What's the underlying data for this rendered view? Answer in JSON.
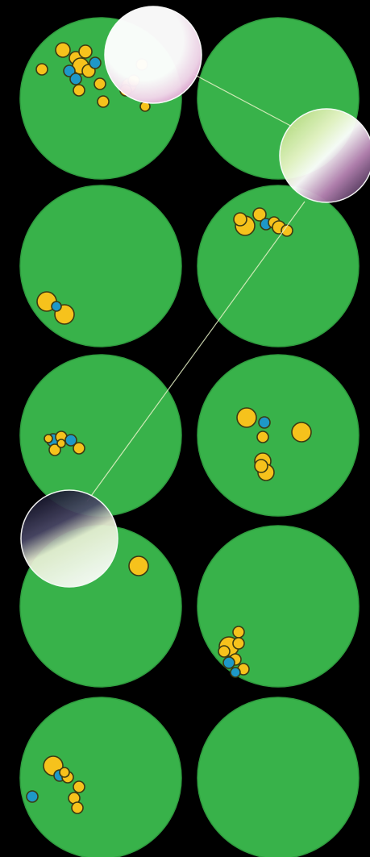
{
  "colors": {
    "background": "#000000",
    "well": "#38b24a",
    "well_edge": "#2f9d3f",
    "yellow_cell": "#f6c21c",
    "blue_cell": "#1e98c8",
    "cell_outline": "#3b3a12",
    "light_path": "#e8f3c8",
    "sphere_white": "#ffffff",
    "sphere_pink": "#e39ad0",
    "sphere_dark": "#1d1130"
  },
  "icons": {
    "well": "circle",
    "cell": "dot",
    "lens": "glass-sphere"
  },
  "grid": {
    "columns": 2,
    "rows": 5,
    "wells": [
      {
        "row": 1,
        "col": 1,
        "yellow_cells": 14,
        "blue_cells": 3
      },
      {
        "row": 1,
        "col": 2,
        "yellow_cells": 0,
        "blue_cells": 0
      },
      {
        "row": 2,
        "col": 1,
        "yellow_cells": 2,
        "blue_cells": 1
      },
      {
        "row": 2,
        "col": 2,
        "yellow_cells": 6,
        "blue_cells": 1
      },
      {
        "row": 3,
        "col": 1,
        "yellow_cells": 5,
        "blue_cells": 2
      },
      {
        "row": 3,
        "col": 2,
        "yellow_cells": 6,
        "blue_cells": 1
      },
      {
        "row": 4,
        "col": 1,
        "yellow_cells": 1,
        "blue_cells": 0
      },
      {
        "row": 4,
        "col": 2,
        "yellow_cells": 6,
        "blue_cells": 2
      },
      {
        "row": 5,
        "col": 1,
        "yellow_cells": 6,
        "blue_cells": 2
      },
      {
        "row": 5,
        "col": 2,
        "yellow_cells": 0,
        "blue_cells": 0
      }
    ]
  },
  "lenses": [
    {
      "id": "lens-1",
      "style": "white-pink"
    },
    {
      "id": "lens-2",
      "style": "green-pink"
    },
    {
      "id": "lens-3",
      "style": "dark-white"
    }
  ]
}
